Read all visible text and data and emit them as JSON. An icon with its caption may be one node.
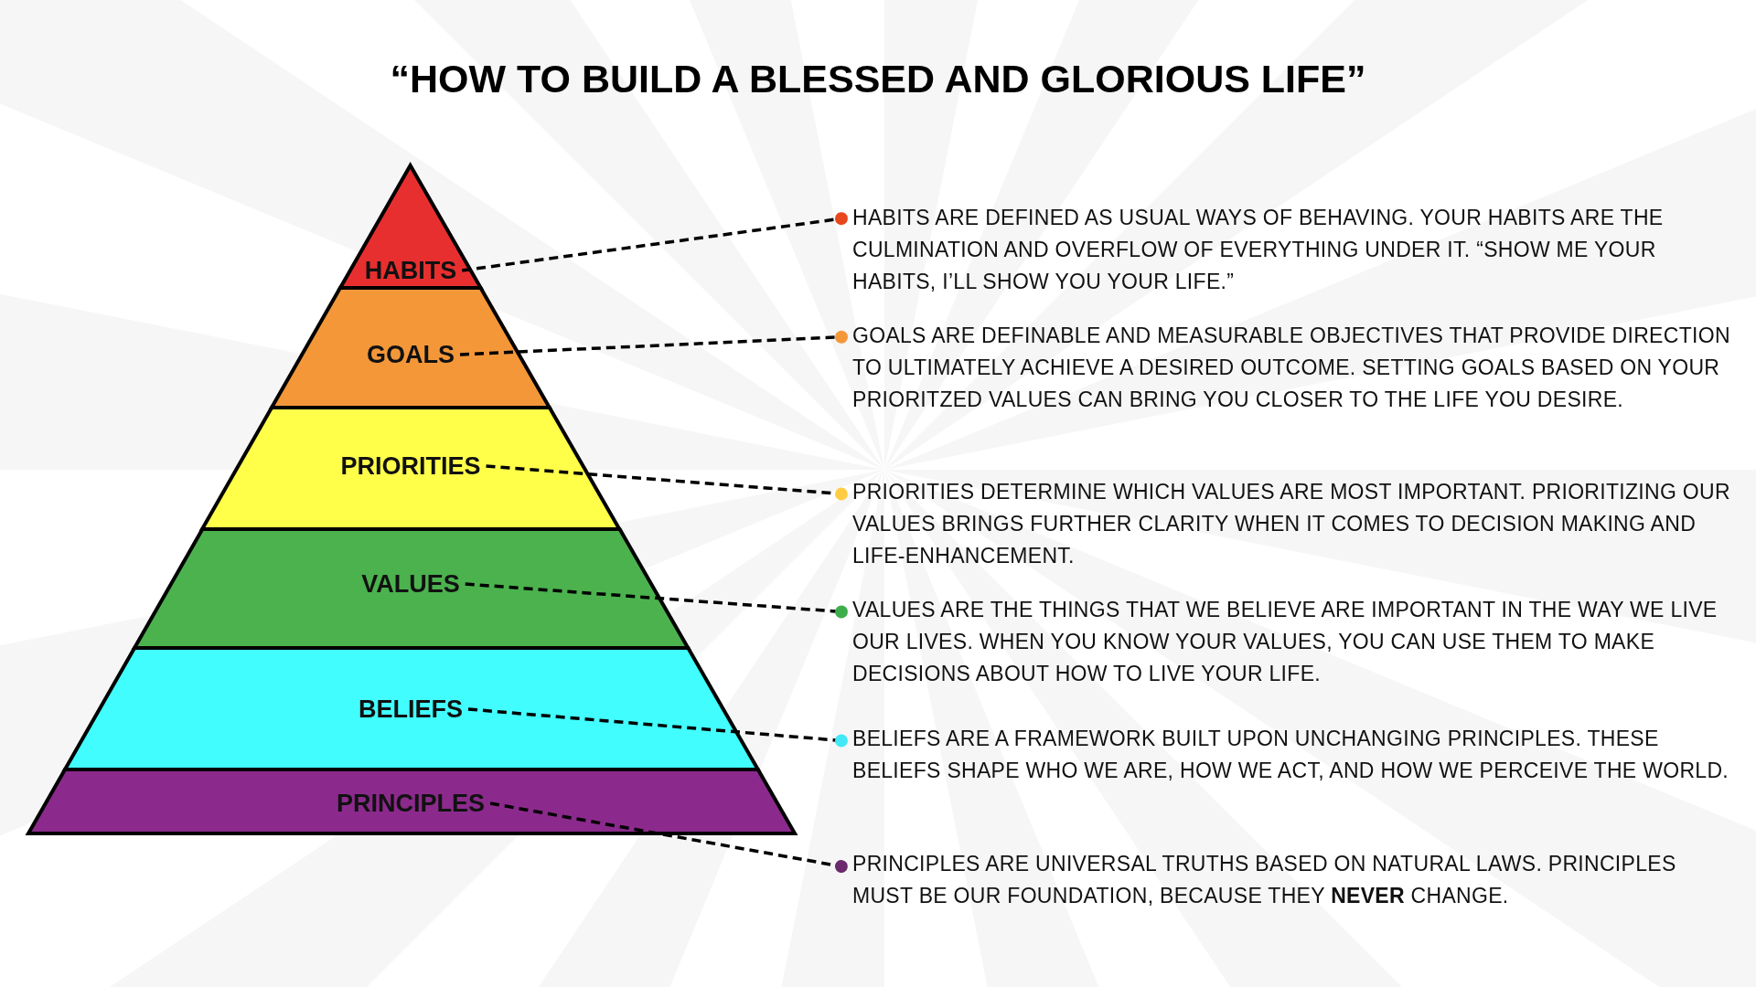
{
  "diagram": {
    "title": "“HOW TO BUILD A BLESSED AND GLORIOUS LIFE”",
    "nodes": [
      {
        "text": [
          "HABITS"
        ]
      },
      {
        "text": [
          "GOALS"
        ]
      },
      {
        "text": [
          "PRIORITIES"
        ]
      },
      {
        "text": [
          "VALUES"
        ]
      },
      {
        "text": [
          "BELIEFS"
        ]
      },
      {
        "text": [
          "PRINCIPLES"
        ]
      },
      {
        "text": [
          "HABITS ARE DEFINED AS USUAL WAYS OF BEHAVING. YOUR HABITS ARE THE CULMINATION AND OVERFLOW OF EVERYTHING UNDER IT. “SHOW ME YOUR HABITS, I’LL SHOW YOU YOUR LIFE.”"
        ]
      },
      {
        "text": [
          "GOALS ARE DEFINABLE AND MEASURABLE OBJECTIVES THAT PROVIDE DIRECTION TO ULTIMATELY ACHIEVE A DESIRED OUTCOME. SETTING GOALS BASED ON YOUR PRIORITZED VALUES CAN BRING YOU CLOSER TO THE LIFE YOU DESIRE."
        ]
      },
      {
        "text": [
          "PRIORITIES DETERMINE WHICH VALUES ARE MOST IMPORTANT. PRIORITIZING OUR VALUES BRINGS FURTHER CLARITY WHEN IT COMES TO DECISION MAKING AND LIFE-ENHANCEMENT."
        ]
      },
      {
        "text": [
          "VALUES ARE THE THINGS THAT WE BELIEVE ARE IMPORTANT IN THE WAY WE LIVE OUR LIVES. WHEN YOU KNOW YOUR VALUES, YOU CAN USE THEM TO MAKE DECISIONS ABOUT HOW TO LIVE YOUR LIFE."
        ]
      },
      {
        "text": [
          "BELIEFS ARE A FRAMEWORK BUILT UPON UNCHANGING PRINCIPLES. THESE BELIEFS SHAPE WHO WE ARE, HOW WE ACT, AND HOW WE PERCEIVE THE WORLD."
        ]
      },
      {
        "text": [
          "PRINCIPLES ARE UNIVERSAL TRUTHS BASED ON NATURAL LAWS. PRINCIPLES MUST BE OUR FOUNDATION, BECAUSE THEY **NEVER** CHANGE."
        ]
      }
    ],
    "edges": [
      {
        "from": 0,
        "to": 6,
        "arrow": "other",
        "style": "dashed"
      },
      {
        "from": 1,
        "to": 7,
        "arrow": "other",
        "style": "dashed"
      },
      {
        "from": 2,
        "to": 8,
        "arrow": "other",
        "style": "dashed"
      },
      {
        "from": 3,
        "to": 9,
        "arrow": "other",
        "style": "dashed"
      },
      {
        "from": 4,
        "to": 10,
        "arrow": "other",
        "style": "dashed"
      },
      {
        "from": 5,
        "to": 11,
        "arrow": "other",
        "style": "dashed"
      }
    ]
  }
}
